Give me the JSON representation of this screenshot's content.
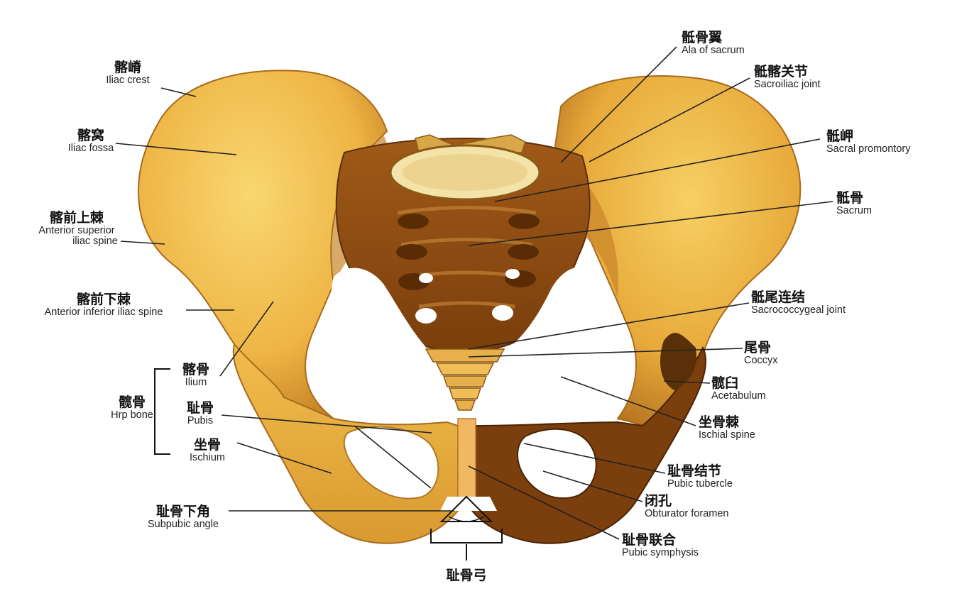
{
  "colors": {
    "bone_light": "#f6cf62",
    "bone_mid": "#e3a53a",
    "bone_dark": "#8a4a10",
    "bone_shadow": "#5a3008",
    "background": "#ffffff",
    "leader_line": "#222222"
  },
  "labels": {
    "iliac_crest": {
      "zh": "髂嵴",
      "en": "Iliac crest"
    },
    "iliac_fossa": {
      "zh": "髂窝",
      "en": "Iliac fossa"
    },
    "asis": {
      "zh": "髂前上棘",
      "en1": "Anterior superior",
      "en2": "iliac spine"
    },
    "aiis": {
      "zh": "髂前下棘",
      "en": "Anterior inferior iliac spine"
    },
    "ilium": {
      "zh": "髂骨",
      "en": "Ilium"
    },
    "hip_bone": {
      "zh": "髋骨",
      "en": "Hrp bone"
    },
    "pubis": {
      "zh": "耻骨",
      "en": "Pubis"
    },
    "ischium": {
      "zh": "坐骨",
      "en": "Ischium"
    },
    "subpubic_angle": {
      "zh": "耻骨下角",
      "en": "Subpubic angle"
    },
    "pubic_arch": {
      "zh": "耻骨弓"
    },
    "ala_of_sacrum": {
      "zh": "骶骨翼",
      "en": "Ala of sacrum"
    },
    "sacroiliac_joint": {
      "zh": "骶髂关节",
      "en": "Sacroiliac joint"
    },
    "sacral_promontory": {
      "zh": "骶岬",
      "en": "Sacral promontory"
    },
    "sacrum": {
      "zh": "骶骨",
      "en": "Sacrum"
    },
    "sacrococcygeal_joint": {
      "zh": "骶尾连结",
      "en": "Sacrococcygeal joint"
    },
    "coccyx": {
      "zh": "尾骨",
      "en": "Coccyx"
    },
    "acetabulum": {
      "zh": "髋臼",
      "en": "Acetabulum"
    },
    "ischial_spine": {
      "zh": "坐骨棘",
      "en": "Ischial spine"
    },
    "pubic_tubercle": {
      "zh": "耻骨结节",
      "en": "Pubic tubercle"
    },
    "obturator_foramen": {
      "zh": "闭孔",
      "en": "Obturator foramen"
    },
    "pubic_symphysis": {
      "zh": "耻骨联合",
      "en": "Pubic symphysis"
    }
  }
}
